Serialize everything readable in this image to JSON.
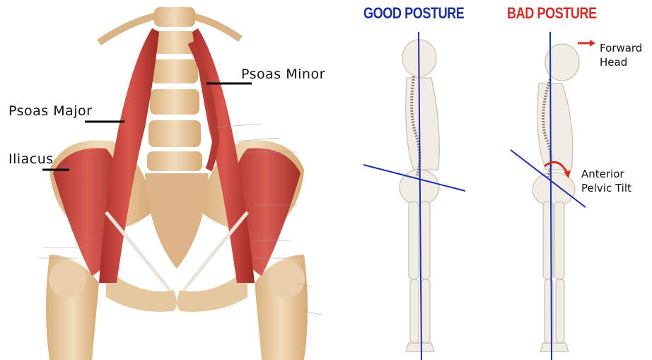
{
  "anatomy": {
    "labels": {
      "psoas_minor": "Psoas Minor",
      "psoas_major": "Psoas Major",
      "iliacus": "Iliacus"
    },
    "muscle_color": "#c0403a",
    "bone_color": "#e8c9a0"
  },
  "posture": {
    "good": {
      "title": "GOOD POSTURE",
      "color": "#1b2f9e"
    },
    "bad": {
      "title": "BAD POSTURE",
      "color": "#d42b2b",
      "forward_head_line1": "Forward",
      "forward_head_line2": "Head",
      "pelvic_line1": "Anterior",
      "pelvic_line2": "Pelvic Tilt"
    },
    "plumb_line_color": "#1b2fb0"
  }
}
